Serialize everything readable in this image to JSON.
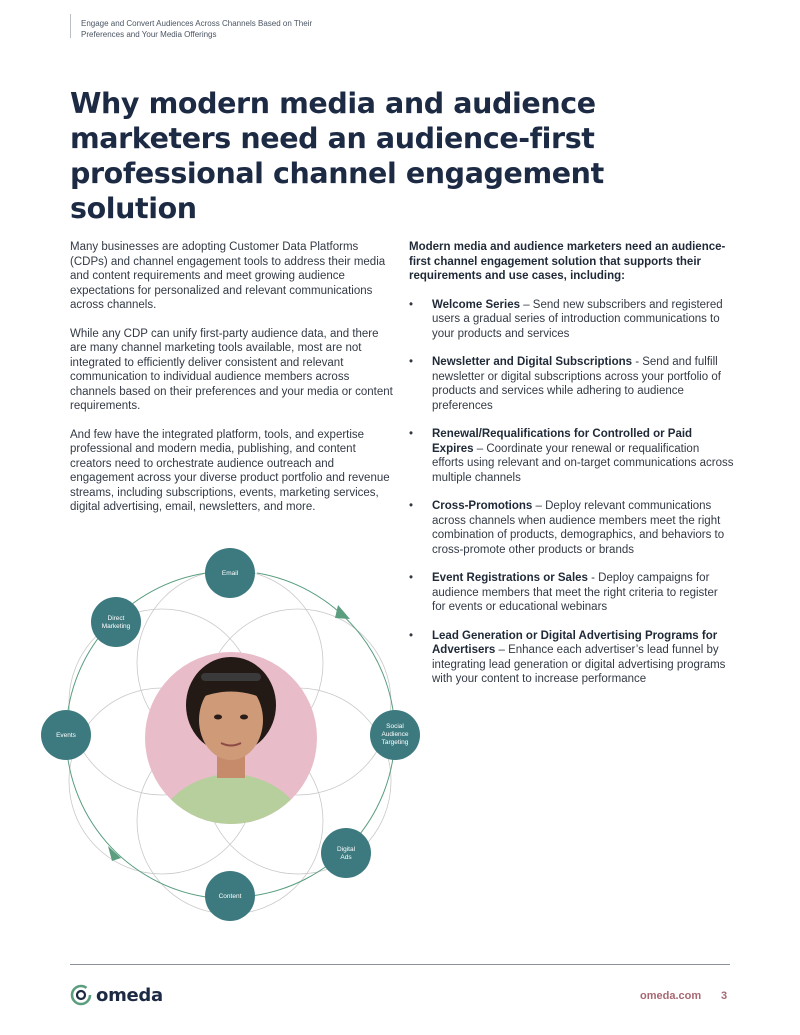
{
  "header": {
    "running_title": "Engage and Convert Audiences Across Channels Based on Their Preferences and Your Media Offerings"
  },
  "title": "Why modern media and audience marketers need an audience-first professional channel engagement solution",
  "left_column": {
    "paragraphs": [
      "Many businesses are adopting Customer Data Platforms (CDPs) and channel engagement tools to address their media and content requirements and meet growing audience expectations for personalized and relevant communications across channels.",
      "While any CDP can unify first-party audience data, and there are many channel marketing tools available, most are not integrated to efficiently deliver consistent and relevant communication to individual audience members across channels based on their preferences and your media or content requirements.",
      "And few have the integrated platform, tools, and expertise professional and modern media, publishing, and content creators need to orchestrate audience outreach and engagement across your diverse product portfolio and revenue streams, including subscriptions, events, marketing services, digital advertising, email, newsletters, and more."
    ]
  },
  "right_column": {
    "intro": "Modern media and audience marketers need an audience-first channel engagement solution that supports their requirements and use cases, including:",
    "bullet_symbol": "•",
    "items": [
      {
        "term": "Welcome Series",
        "text": " – Send new subscribers and registered users a gradual series of introduction communications to your products and services"
      },
      {
        "term": "Newsletter and Digital Subscriptions",
        "text": " - Send and fulfill newsletter or digital subscriptions across your portfolio of products and services while adhering to audience preferences"
      },
      {
        "term": "Renewal/Requalifications for Controlled or Paid Expires",
        "text": " – Coordinate your renewal or requalification efforts using relevant and on-target communications across multiple channels"
      },
      {
        "term": "Cross-Promotions",
        "text": " – Deploy relevant communications across channels when audience members meet the right combination of products, demographics, and behaviors to cross-promote other products or brands"
      },
      {
        "term": "Event Registrations or Sales",
        "text": " - Deploy campaigns for audience members that meet the right criteria to register for events or educational webinars"
      },
      {
        "term": "Lead Generation or Digital Advertising Programs for Advertisers",
        "text": " – Enhance each advertiser’s lead funnel by integrating lead generation or digital advertising programs with your content to increase performance"
      }
    ]
  },
  "diagram": {
    "nodes": [
      {
        "lines": [
          "Email"
        ]
      },
      {
        "lines": [
          "Direct",
          "Marketing"
        ]
      },
      {
        "lines": [
          "Events"
        ]
      },
      {
        "lines": [
          "Social",
          "Audience",
          "Targeting"
        ]
      },
      {
        "lines": [
          "Digital",
          "Ads"
        ]
      },
      {
        "lines": [
          "Content"
        ]
      }
    ],
    "colors": {
      "node": "#3d7a80",
      "cycle": "#5a9e7f",
      "petal": "#c8c8c8",
      "portrait_bg": "#e8bcc8"
    }
  },
  "footer": {
    "logo_text": "omeda",
    "url": "omeda.com",
    "page_number": "3"
  }
}
